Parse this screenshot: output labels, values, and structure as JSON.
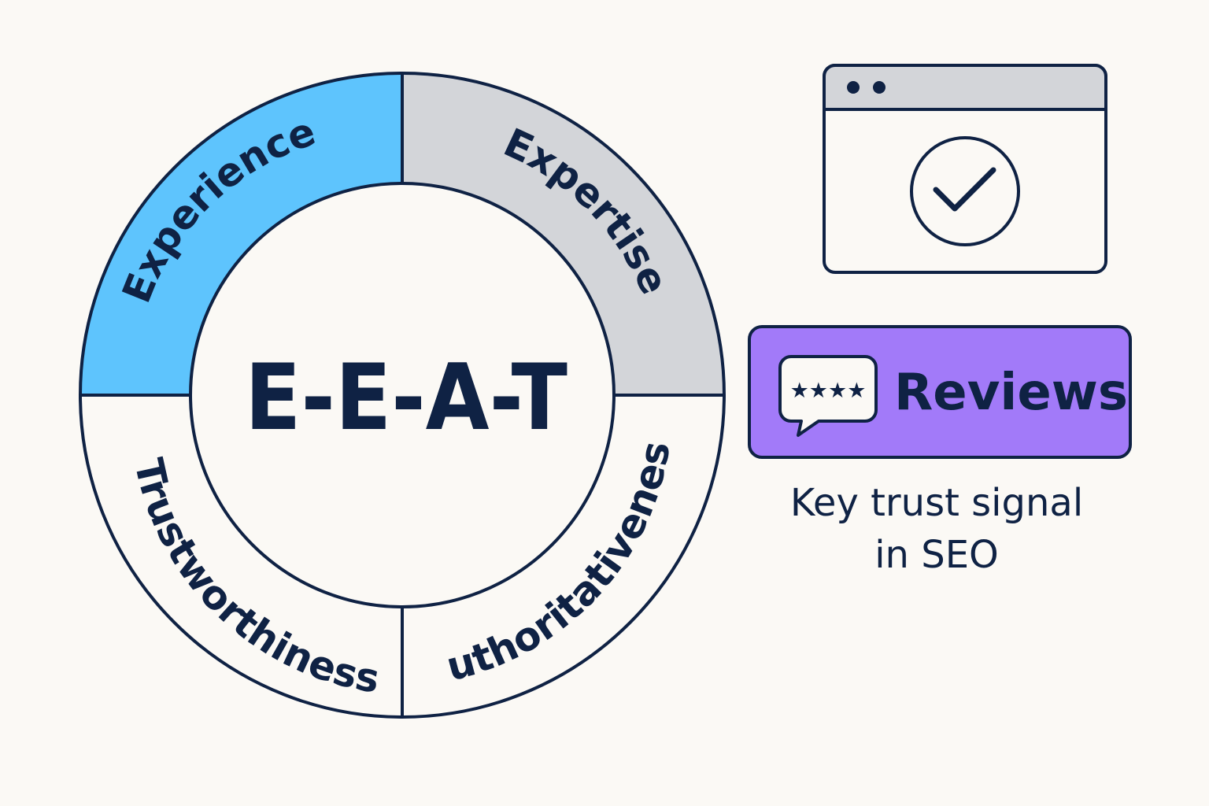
{
  "diagram": {
    "center_title": "E-E-A-T",
    "segments": [
      {
        "label": "Experience",
        "color": "#5ec4fd"
      },
      {
        "label": "Expertise",
        "color": "#d3d5d9"
      },
      {
        "label": "Authoritativeness",
        "color": "#fbf9f5"
      },
      {
        "label": "Trustworthiness",
        "color": "#fbf9f5"
      }
    ]
  },
  "reviews_badge": {
    "label": "Reviews",
    "stars": "★★★★",
    "color": "#a27af9"
  },
  "caption": {
    "line1": "Key trust signal",
    "line2": "in SEO"
  },
  "colors": {
    "ink": "#0f2244",
    "background": "#fbf9f5"
  },
  "icons": [
    "browser-window-icon",
    "check-circle-icon",
    "star-speech-bubble-icon"
  ]
}
